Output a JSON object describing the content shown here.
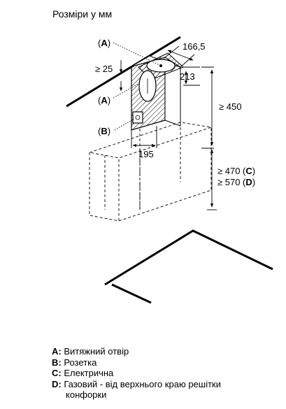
{
  "title": "Розміри у мм",
  "dimensions": {
    "d_166_5": "166,5",
    "d_213": "213",
    "d_min25": "≥ 25",
    "d_min450": "≥ 450",
    "d_195": "195",
    "d_470": "≥ 470",
    "d_470_key": "C",
    "d_570": "≥ 570",
    "d_570_key": "D"
  },
  "callouts": {
    "a_top": "A",
    "a_mid": "A",
    "b": "B"
  },
  "legend": [
    {
      "key": "A:",
      "text": "Витяжний отвір"
    },
    {
      "key": "B:",
      "text": "Розетка"
    },
    {
      "key": "C:",
      "text": "Електрична"
    },
    {
      "key": "D:",
      "text": "Газовий - від верхнього краю решітки"
    },
    {
      "key": "",
      "text": "конфорки"
    }
  ]
}
